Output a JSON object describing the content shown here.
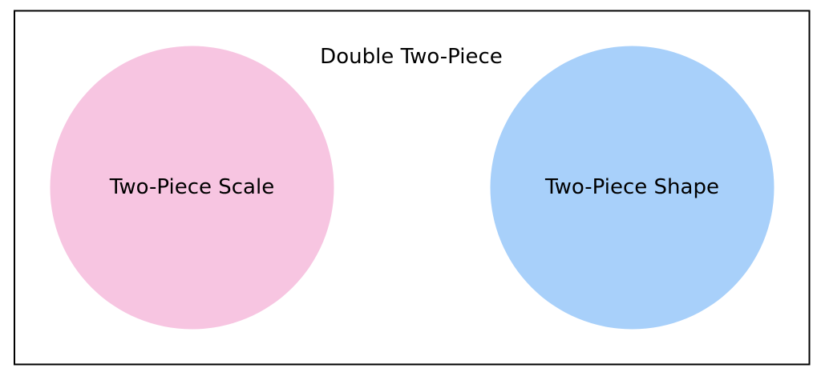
{
  "diagram": {
    "title": "Double Two-Piece",
    "circles": [
      {
        "label": "Two-Piece Scale",
        "color": "#f7c5e1"
      },
      {
        "label": "Two-Piece Shape",
        "color": "#a8d0fa"
      }
    ],
    "frame_color": "#000000"
  }
}
